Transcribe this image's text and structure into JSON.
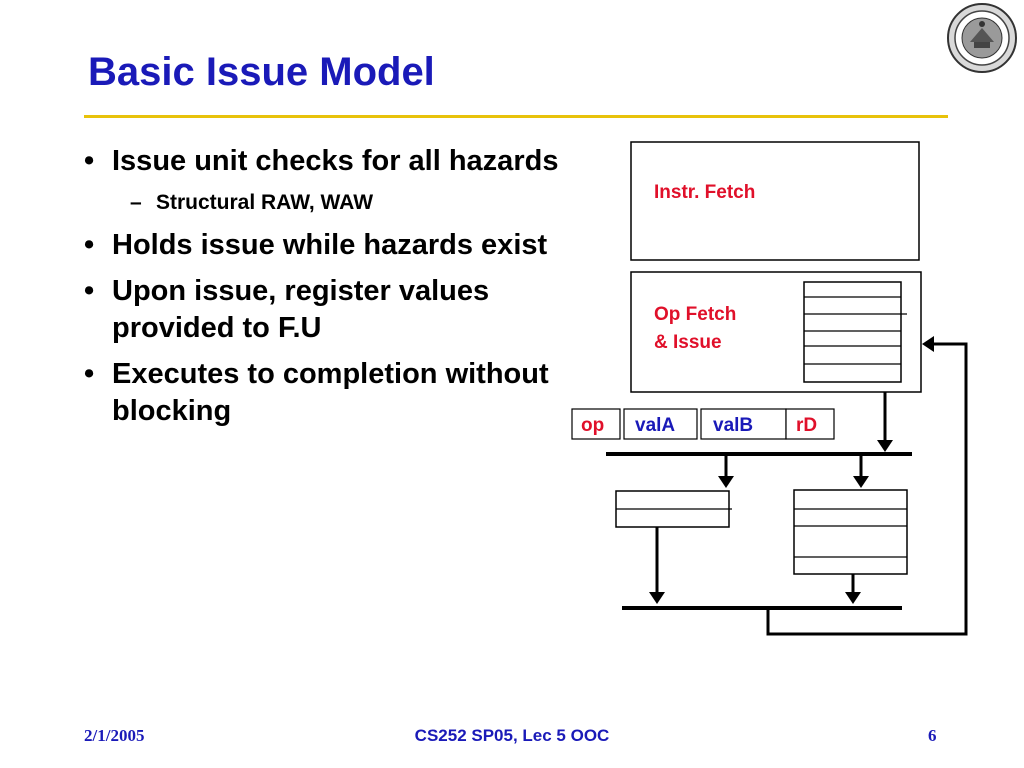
{
  "slide": {
    "title": "Basic Issue Model",
    "bullets": [
      {
        "text": "Issue unit checks for all hazards",
        "subs": [
          "Structural RAW, WAW"
        ]
      },
      {
        "text": "Holds issue while hazards exist",
        "subs": []
      },
      {
        "text": "Upon issue, register values provided to F.U",
        "subs": []
      },
      {
        "text": "Executes to completion without blocking",
        "subs": []
      }
    ]
  },
  "diagram": {
    "instr_fetch_label": "Instr. Fetch",
    "op_fetch_label_line1": "Op Fetch",
    "op_fetch_label_line2": "& Issue",
    "latch_fields": [
      "op",
      "valA",
      "valB",
      "rD"
    ]
  },
  "footer": {
    "date": "2/1/2005",
    "course": "CS252 SP05, Lec 5 OOC",
    "page": "6"
  },
  "colors": {
    "title": "#1a1ab8",
    "title_rule": "#e8c20a",
    "red_label": "#e0102a",
    "blue_label": "#1a1ab8"
  },
  "icons": {
    "logo": "university-seal-icon"
  }
}
